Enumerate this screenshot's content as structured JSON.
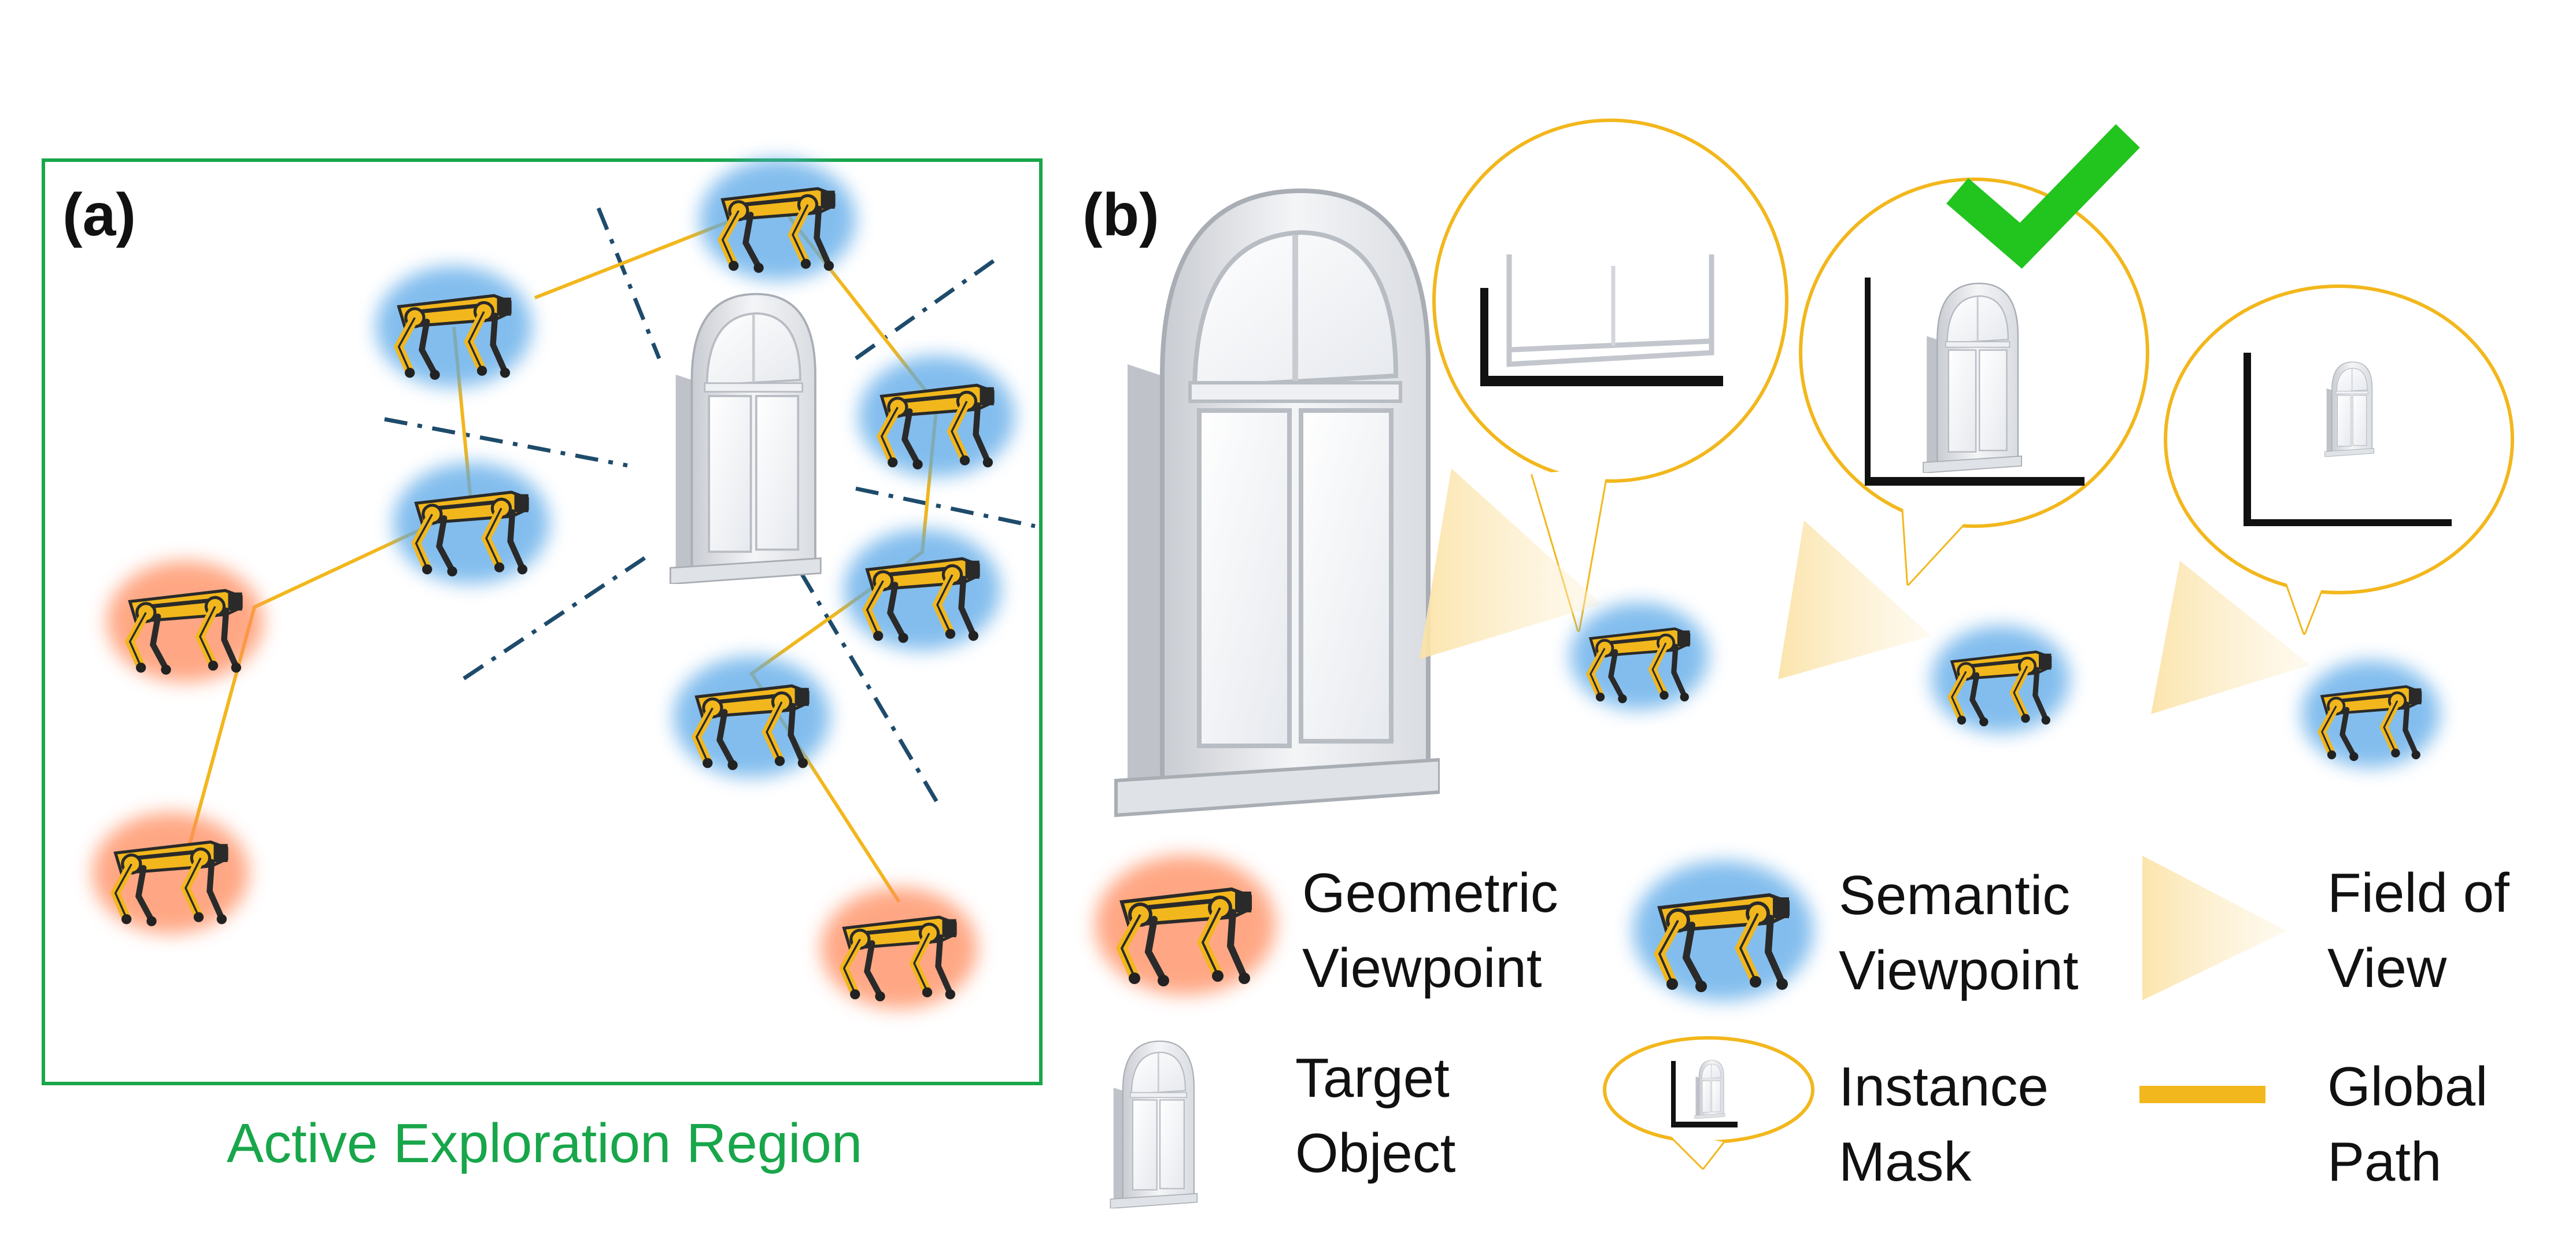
{
  "panel_a": {
    "label": "(a)",
    "region_caption": "Active Exploration Region",
    "colors": {
      "region_border": "#18a64a",
      "path": "#f2b71c",
      "partition": "#1e4b6b"
    }
  },
  "panel_b": {
    "label": "(b)",
    "check_icon": "check-mark-icon",
    "colors": {
      "check": "#22c41e",
      "bubble": "#f2b71c"
    }
  },
  "legend": {
    "geometric_viewpoint": {
      "line1": "Geometric",
      "line2": "Viewpoint",
      "glow": "#ff8a5c"
    },
    "semantic_viewpoint": {
      "line1": "Semantic",
      "line2": "Viewpoint",
      "glow": "#5aa8e8"
    },
    "field_of_view": {
      "line1": "Field of",
      "line2": "View"
    },
    "target_object": {
      "line1": "Target",
      "line2": "Object"
    },
    "instance_mask": {
      "line1": "Instance",
      "line2": "Mask"
    },
    "global_path": {
      "line1": "Global",
      "line2": "Path"
    }
  },
  "icons": {
    "robot": "quadruped-robot-icon",
    "window": "arched-window-icon",
    "fov": "field-of-view-cone-icon",
    "bubble": "speech-bubble-icon"
  }
}
